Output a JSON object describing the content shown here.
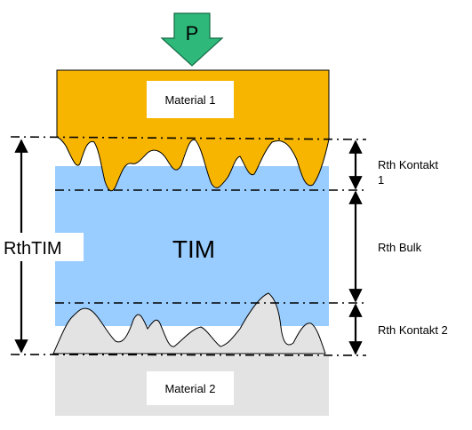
{
  "force_label": "P",
  "materials": {
    "top": "Material 1",
    "middle": "TIM",
    "bottom": "Material 2"
  },
  "resistances": {
    "total": "RthTIM",
    "contact_1": "Rth Kontakt\n1",
    "bulk": "Rth Bulk",
    "contact_2": "Rth Kontakt 2"
  },
  "colors": {
    "material_1": "#f7b500",
    "tim": "#99ccff",
    "material_2": "#e3e3e3",
    "force_arrow": "#2eb87a"
  }
}
